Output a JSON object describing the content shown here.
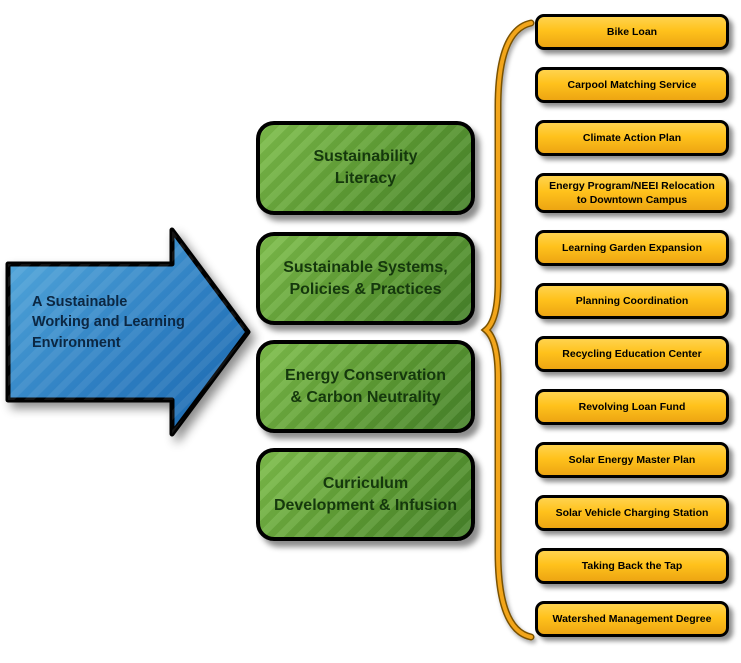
{
  "arrow": {
    "label": "A Sustainable\nWorking and Learning\nEnvironment"
  },
  "categories": [
    {
      "label": "Sustainability\nLiteracy"
    },
    {
      "label": "Sustainable Systems,\nPolicies & Practices"
    },
    {
      "label": "Energy Conservation\n& Carbon Neutrality"
    },
    {
      "label": "Curriculum\nDevelopment & Infusion"
    }
  ],
  "initiatives": [
    {
      "label": "Bike Loan"
    },
    {
      "label": "Carpool Matching Service"
    },
    {
      "label": "Climate Action Plan"
    },
    {
      "label": "Energy Program/NEEI Relocation\nto Downtown Campus"
    },
    {
      "label": "Learning Garden Expansion"
    },
    {
      "label": "Planning Coordination"
    },
    {
      "label": "Recycling Education Center"
    },
    {
      "label": "Revolving Loan Fund"
    },
    {
      "label": "Solar Energy Master Plan"
    },
    {
      "label": "Solar Vehicle Charging Station"
    },
    {
      "label": "Taking Back the Tap"
    },
    {
      "label": "Watershed Management Degree"
    }
  ],
  "colors": {
    "arrow_blue_light": "#56abdd",
    "arrow_blue_dark": "#1a66ad",
    "category_green": "#5d9c33",
    "initiative_gold": "#ffc21c",
    "brace_gold": "#f2a51a",
    "outline_black": "#000000"
  }
}
